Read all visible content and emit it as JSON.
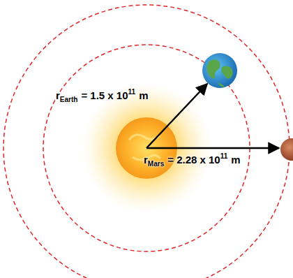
{
  "diagram": {
    "labels": [
      "r",
      "Earth",
      "= 1.5 x 10",
      "11",
      "m",
      "r",
      "Mars",
      "= 2.28 x 10",
      "11",
      "m"
    ]
  }
}
